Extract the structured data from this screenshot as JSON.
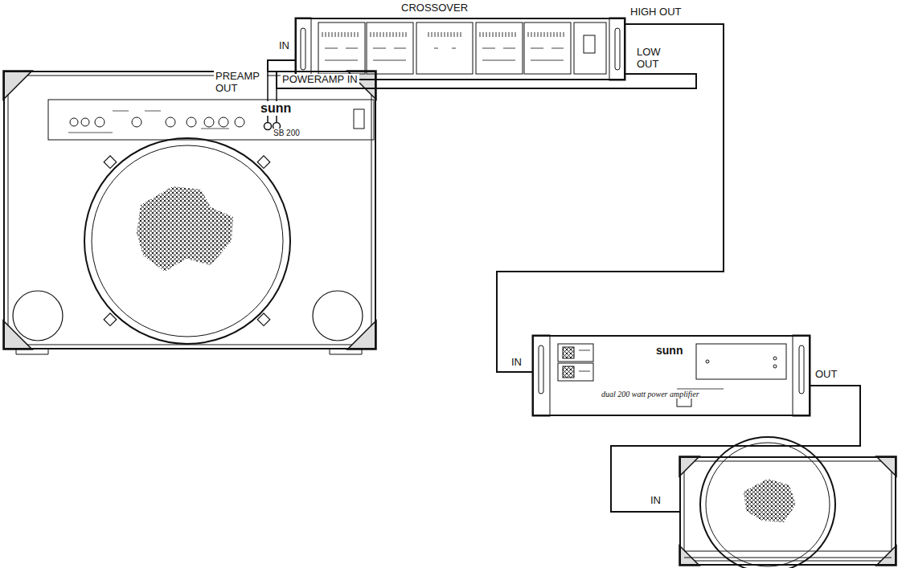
{
  "diagram": {
    "nodes": [
      {
        "text": [
          "CROSSOVER"
        ]
      },
      {
        "text": [
          "sunn",
          "SB 200"
        ]
      },
      {
        "text": [
          "sunn",
          "dual 200 watt power amplifier"
        ]
      },
      {
        "text": [
          "IN"
        ]
      }
    ],
    "edges": [
      {
        "from": 1,
        "to": 0,
        "arrow": "none"
      },
      {
        "from": 0,
        "to": 1,
        "arrow": "none"
      },
      {
        "from": 0,
        "to": 2,
        "arrow": "none"
      },
      {
        "from": 2,
        "to": 3,
        "arrow": "none"
      }
    ],
    "labels": [
      "IN",
      "PREAMP OUT",
      "POWERAMP IN",
      "HIGH OUT",
      "LOW OUT",
      "IN",
      "OUT"
    ]
  }
}
